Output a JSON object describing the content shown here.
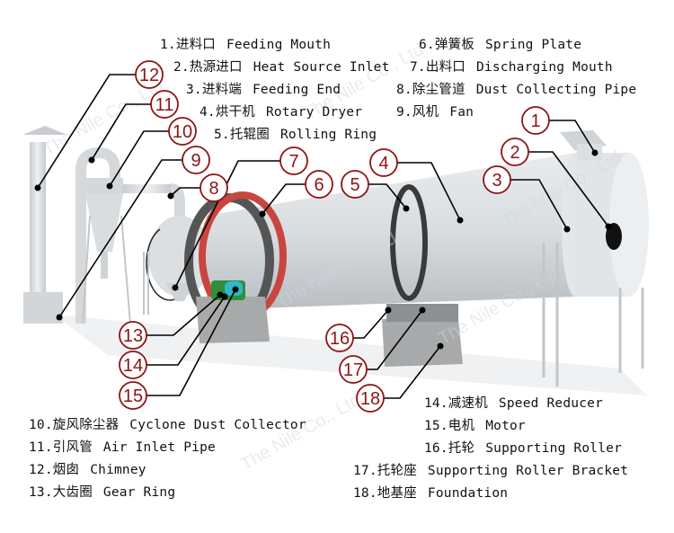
{
  "diagram": {
    "title": "Rotary Dryer Components",
    "watermark": "The Nile Co., Ltd",
    "colors": {
      "callout": "#8e1414",
      "leader": "#000000",
      "equipment": "#dfe3e6",
      "gear_ring": "#c8463f",
      "reducer": "#2f8f3a",
      "motor": "#2fb8c8",
      "foundation": "#a7a9ab"
    },
    "labels_top_left": [
      {
        "num": "1.",
        "zh": "进料口",
        "en": "Feeding Mouth"
      },
      {
        "num": "2.",
        "zh": "热源进口",
        "en": "Heat Source Inlet"
      },
      {
        "num": "3.",
        "zh": "进料端",
        "en": "Feeding End"
      },
      {
        "num": "4.",
        "zh": "烘干机",
        "en": "Rotary Dryer"
      },
      {
        "num": "5.",
        "zh": "托辊圈",
        "en": "Rolling Ring"
      }
    ],
    "labels_top_right": [
      {
        "num": "6.",
        "zh": "弹簧板",
        "en": "Spring Plate"
      },
      {
        "num": "7.",
        "zh": "出料口",
        "en": "Discharging Mouth"
      },
      {
        "num": "8.",
        "zh": "除尘管道",
        "en": "Dust Collecting Pipe"
      },
      {
        "num": "9.",
        "zh": "风机",
        "en": "Fan"
      }
    ],
    "labels_bottom_left": [
      {
        "num": "10.",
        "zh": "旋风除尘器",
        "en": "Cyclone Dust Collector"
      },
      {
        "num": "11.",
        "zh": "引风管",
        "en": "Air Inlet Pipe"
      },
      {
        "num": "12.",
        "zh": "烟囱",
        "en": "Chimney"
      },
      {
        "num": "13.",
        "zh": "大齿圈",
        "en": "Gear Ring"
      }
    ],
    "labels_bottom_right": [
      {
        "num": "14.",
        "zh": "减速机",
        "en": "Speed Reducer"
      },
      {
        "num": "15.",
        "zh": "电机",
        "en": "Motor"
      },
      {
        "num": "16.",
        "zh": "托轮",
        "en": "Supporting Roller"
      },
      {
        "num": "17.",
        "zh": "托轮座",
        "en": "Supporting Roller Bracket"
      },
      {
        "num": "18.",
        "zh": "地基座",
        "en": "Foundation"
      }
    ],
    "callouts": [
      "1",
      "2",
      "3",
      "4",
      "5",
      "6",
      "7",
      "8",
      "9",
      "10",
      "11",
      "12",
      "13",
      "14",
      "15",
      "16",
      "17",
      "18"
    ]
  }
}
